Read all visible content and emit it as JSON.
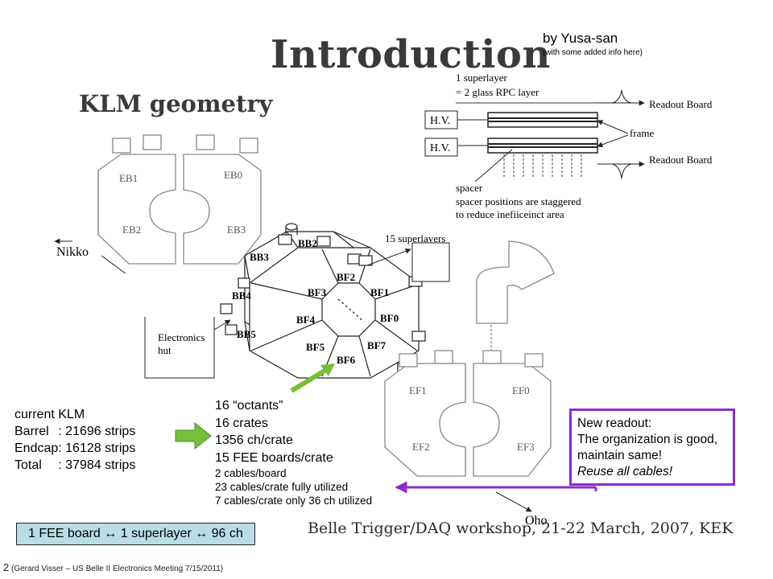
{
  "slide": {
    "title": "Introduction",
    "subtitle": "KLM geometry",
    "author": "by Yusa-san",
    "author_note": "(with some added info here)"
  },
  "rpc_diagram": {
    "line1": "1 superlayer",
    "line2": "= 2 glass RPC layer",
    "hv_top": "H.V.",
    "hv_bottom": "H.V.",
    "readout_top": "Readout Board",
    "readout_bottom": "Readout Board",
    "frame": "frame",
    "spacer": "spacer",
    "spacer_note1": "spacer positions are staggered",
    "spacer_note2": "to reduce inefiiceinct area"
  },
  "geometry": {
    "endcap_back": [
      "EB1",
      "EB0",
      "EB2",
      "EB3"
    ],
    "nikko": "Nikko",
    "superlayers": "15 superlayers",
    "barrel_back": [
      "BB2",
      "BB3",
      "BB4",
      "BB5"
    ],
    "barrel_front": [
      "BF2",
      "BF3",
      "BF1",
      "BF4",
      "BF0",
      "BF5",
      "BF7",
      "BF6"
    ],
    "electronics_hut_1": "Electronics",
    "electronics_hut_2": "hut",
    "endcap_front": [
      "EF1",
      "EF0",
      "EF2",
      "EF3"
    ],
    "oho": "Oho"
  },
  "klm": {
    "heading": "current KLM",
    "rows": [
      {
        "name": "Barrel",
        "value": ": 21696 strips"
      },
      {
        "name": "Endcap",
        "value": ": 16128 strips"
      },
      {
        "name": "Total",
        "value": ": 37984 strips"
      }
    ]
  },
  "octants": {
    "lines": [
      "16 “octants”",
      "16 crates",
      "1356 ch/crate",
      "15 FEE boards/crate"
    ],
    "small_lines": [
      "2 cables/board",
      "23 cables/crate fully utilized",
      "7 cables/crate only 36 ch utilized"
    ]
  },
  "new_readout": {
    "line1": "New readout:",
    "line2": "The organization is good, maintain same!",
    "line3": "Reuse all cables!"
  },
  "fee_box": "1 FEE board ↔ 1 superlayer ↔ 96 ch",
  "workshop": "Belle Trigger/DAQ workshop, 21-22 March, 2007, KEK",
  "footer": {
    "page": "2",
    "text": " (Gerard Visser – US Belle II Electronics Meeting 7/15/2011)"
  },
  "colors": {
    "green_arrow": "#76bf3c",
    "purple": "#8e2bc9",
    "fee_bg": "#b8dde4"
  }
}
